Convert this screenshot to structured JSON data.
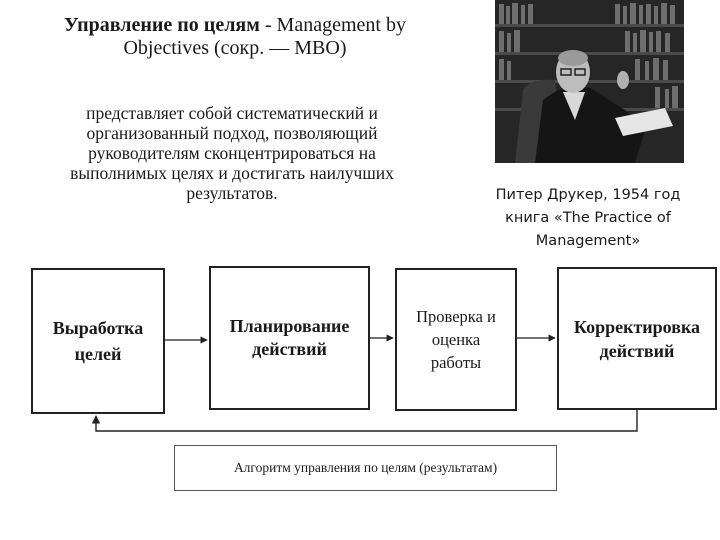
{
  "title": {
    "bold": "Управление по целям",
    "rest_line1": " - Management by",
    "line2": "Objectives (сокр. — MBO)"
  },
  "description": {
    "line1": "представляет собой систематический и",
    "line2": "организованный подход, позволяющий",
    "line3": "руководителям сконцентрироваться на",
    "line4": "выполнимых целях и достигать наилучших",
    "line5": "результатов."
  },
  "photo": {
    "subject": "Peter Drucker portrait (black-and-white, bookshelves)"
  },
  "caption": {
    "line1": "Питер Друкер, 1954 год",
    "line2": "книга «The Practice of",
    "line3": "Management»"
  },
  "steps": [
    {
      "line1": "Выработка",
      "line2": "целей"
    },
    {
      "line1": "Планирование",
      "line2": "действий"
    },
    {
      "line1": "Проверка и",
      "line2": "оценка",
      "line3": "работы"
    },
    {
      "line1": "Корректировка",
      "line2": "действий"
    }
  ],
  "algorithm_label": "Алгоритм управления по целям (результатам)"
}
